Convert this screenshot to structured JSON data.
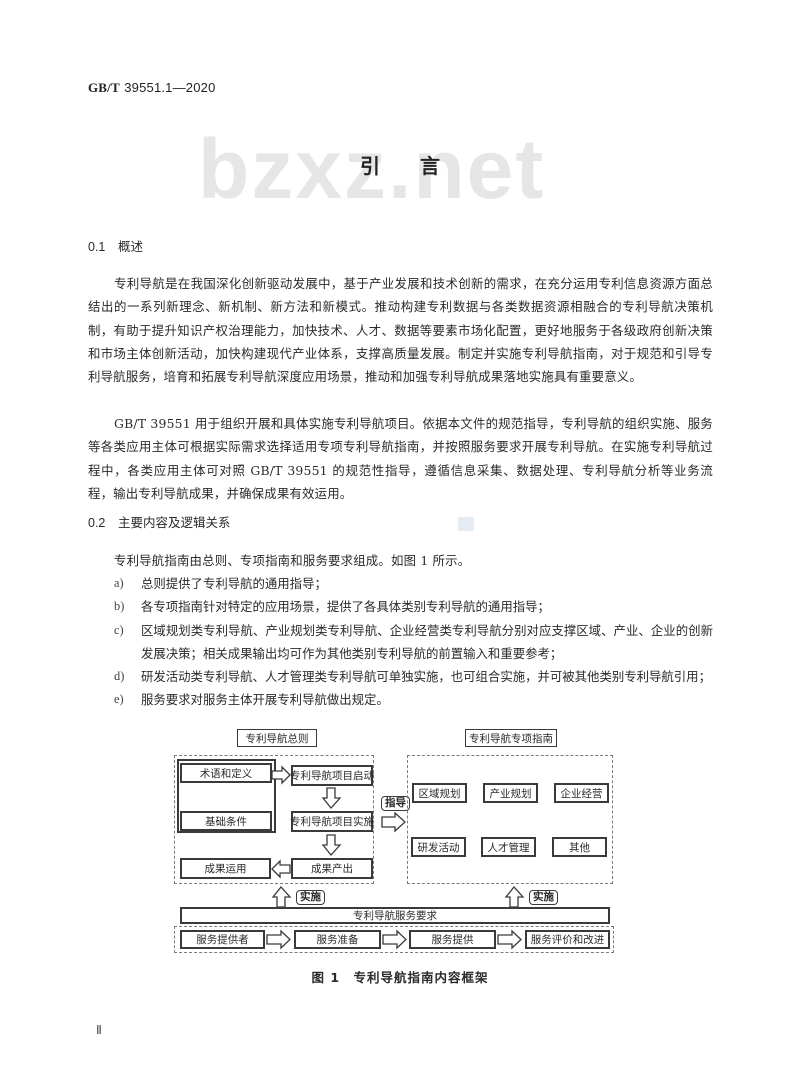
{
  "header": {
    "std_prefix": "GB/T",
    "std_number": "39551.1—2020"
  },
  "watermark": "bzxz.net",
  "title": "引言",
  "sections": [
    {
      "number": "0.1",
      "heading": "概述",
      "paragraphs": [
        "专利导航是在我国深化创新驱动发展中，基于产业发展和技术创新的需求，在充分运用专利信息资源方面总结出的一系列新理念、新机制、新方法和新模式。推动构建专利数据与各类数据资源相融合的专利导航决策机制，有助于提升知识产权治理能力，加快技术、人才、数据等要素市场化配置，更好地服务于各级政府创新决策和市场主体创新活动，加快构建现代产业体系，支撑高质量发展。制定并实施专利导航指南，对于规范和引导专利导航服务，培育和拓展专利导航深度应用场景，推动和加强专利导航成果落地实施具有重要意义。",
        "GB/T 39551 用于组织开展和具体实施专利导航项目。依据本文件的规范指导，专利导航的组织实施、服务等各类应用主体可根据实际需求选择适用专项专利导航指南，并按照服务要求开展专利导航。在实施专利导航过程中，各类应用主体可对照 GB/T 39551 的规范性指导，遵循信息采集、数据处理、专利导航分析等业务流程，输出专利导航成果，并确保成果有效运用。"
      ]
    },
    {
      "number": "0.2",
      "heading": "主要内容及逻辑关系",
      "intro": "专利导航指南由总则、专项指南和服务要求组成。如图 1 所示。",
      "items": [
        {
          "mark": "a)",
          "text": "总则提供了专利导航的通用指导；"
        },
        {
          "mark": "b)",
          "text": "各专项指南针对特定的应用场景，提供了各具体类别专利导航的通用指导；"
        },
        {
          "mark": "c)",
          "text": "区域规划类专利导航、产业规划类专利导航、企业经营类专利导航分别对应支撑区域、产业、企业的创新发展决策；相关成果输出均可作为其他类别专利导航的前置输入和重要参考；"
        },
        {
          "mark": "d)",
          "text": "研发活动类专利导航、人才管理类专利导航可单独实施，也可组合实施，并可被其他类别专利导航引用；"
        },
        {
          "mark": "e)",
          "text": "服务要求对服务主体开展专利导航做出规定。"
        }
      ]
    }
  ],
  "figure": {
    "general": {
      "title": "专利导航总则",
      "left_items": [
        "术语和定义",
        "基础条件"
      ],
      "flow": [
        "专利导航项目启动",
        "专利导航项目实施",
        "成果产出"
      ],
      "outcome": "成果运用"
    },
    "guide_label": "指导",
    "special": {
      "title": "专利导航专项指南",
      "items": [
        "区域规划",
        "产业规划",
        "企业经营",
        "研发活动",
        "人才管理",
        "其他"
      ]
    },
    "implement_label": "实施",
    "service_requirement": "专利导航服务要求",
    "service_flow": [
      "服务提供者",
      "服务准备",
      "服务提供",
      "服务评价和改进"
    ],
    "caption": "图 1　专利导航指南内容框架"
  },
  "footer": {
    "page_number": "Ⅱ"
  }
}
